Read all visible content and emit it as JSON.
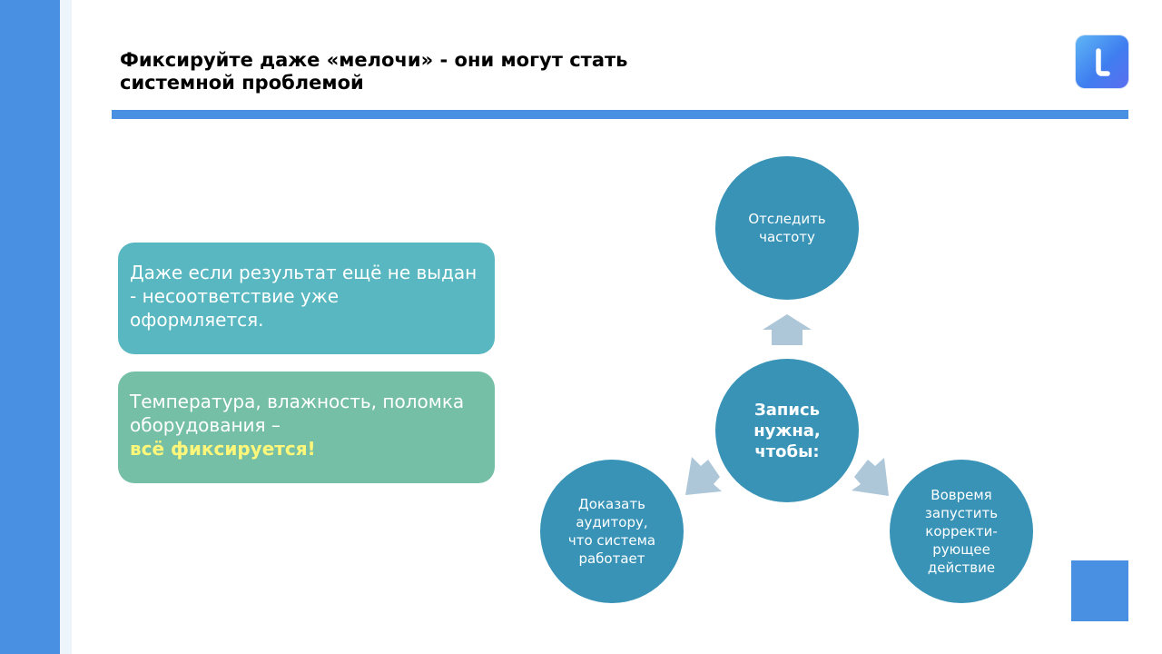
{
  "slide": {
    "title_lines": [
      "Фиксируйте даже «мелочи» - они могут стать",
      "системной проблемой"
    ]
  },
  "boxes": [
    {
      "lines": [
        "Даже если результат ещё не выдан",
        "- несоответствие уже",
        "оформляется."
      ]
    },
    {
      "lines": [
        "Температура, влажность, поломка",
        "оборудования –"
      ],
      "highlight": "всё фиксируется!"
    }
  ],
  "diagram": {
    "center": {
      "lines": [
        "Запись",
        "нужна,",
        "чтобы:"
      ]
    },
    "top": {
      "lines": [
        "Отследить",
        "частоту"
      ]
    },
    "left": {
      "lines": [
        "Доказать",
        "аудитору,",
        "что система",
        "работает"
      ]
    },
    "right": {
      "lines": [
        "Вовремя",
        "запустить",
        "корректи-",
        "рующее",
        "действие"
      ]
    }
  },
  "colors": {
    "accent_blue": "#4a90e2",
    "circle": "#3893b7",
    "box_teal": "#58b7c0",
    "box_green": "#75bfa6",
    "highlight_text": "#fff77a",
    "arrow": "#aec7d8"
  },
  "icons": {
    "logo": "app-logo-icon"
  }
}
